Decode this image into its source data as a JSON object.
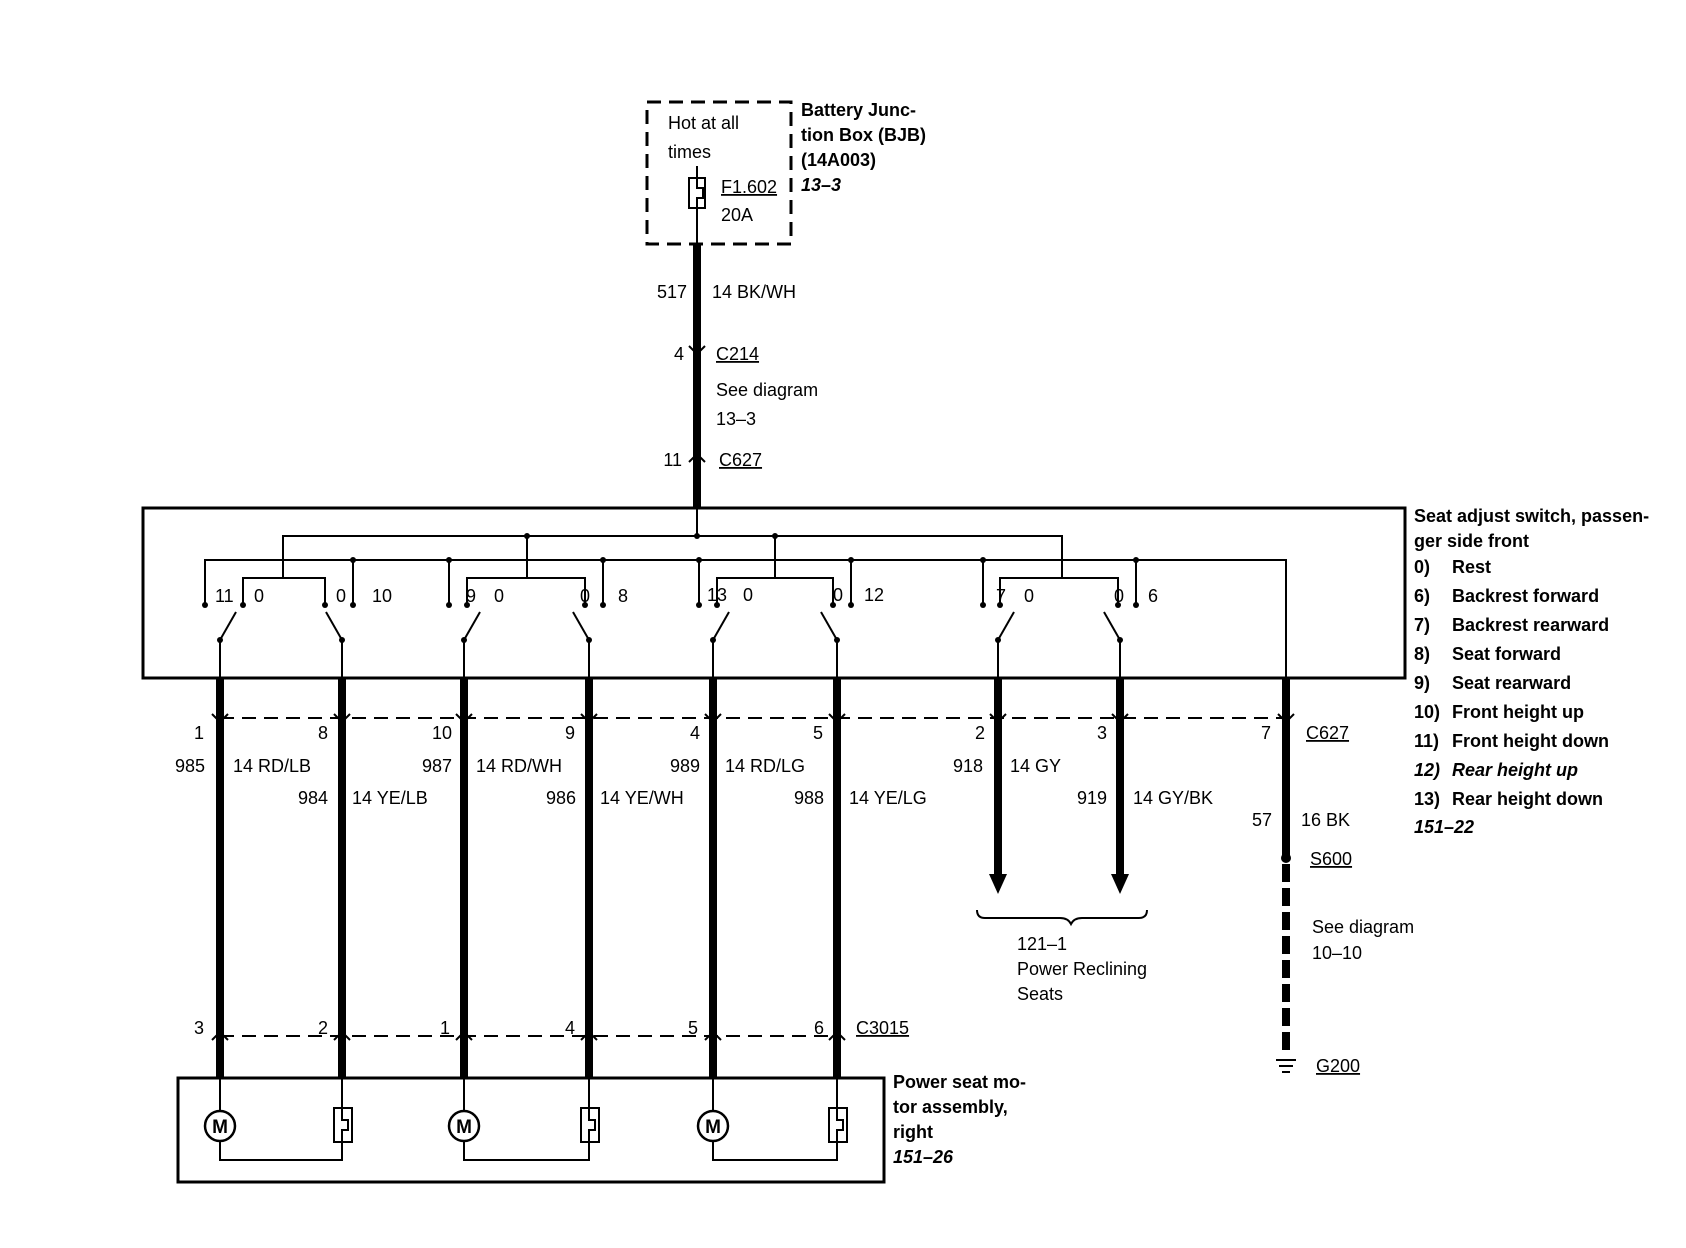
{
  "bjb": {
    "hot_line1": "Hot at all",
    "hot_line2": "times",
    "fuse_id": "F1.602",
    "fuse_rating": "20A",
    "title_line1": "Battery Junc-",
    "title_line2": "tion Box (BJB)",
    "title_line3": "(14A003)",
    "ref": "13–3"
  },
  "feed": {
    "circuit": "517",
    "wire": "14 BK/WH",
    "c214_pin": "4",
    "c214_name": "C214",
    "see_line1": "See diagram",
    "see_line2": "13–3",
    "c627_pin": "11",
    "c627_name": "C627"
  },
  "switch": {
    "title_line1": "Seat adjust switch, passen-",
    "title_line2": "ger side front",
    "legend": [
      {
        "num": "0)",
        "text": "Rest"
      },
      {
        "num": "6)",
        "text": "Backrest forward"
      },
      {
        "num": "7)",
        "text": "Backrest rearward"
      },
      {
        "num": "8)",
        "text": "Seat forward"
      },
      {
        "num": "9)",
        "text": "Seat rearward"
      },
      {
        "num": "10)",
        "text": "Front height up"
      },
      {
        "num": "11)",
        "text": "Front height down"
      },
      {
        "num": "12)",
        "text": "Rear height up"
      },
      {
        "num": "13)",
        "text": "Rear height down"
      }
    ],
    "ref": "151–22",
    "positions": {
      "g1_left": "11",
      "g1_c1": "0",
      "g1_c2": "0",
      "g1_right": "10",
      "g2_left": "9",
      "g2_c1": "0",
      "g2_c2": "0",
      "g2_right": "8",
      "g3_left": "13",
      "g3_c1": "0",
      "g3_c2": "0",
      "g3_right": "12",
      "g4_left": "7",
      "g4_c1": "0",
      "g4_c2": "0",
      "g4_right": "6"
    }
  },
  "wires": [
    {
      "pin_top": "1",
      "circuit": "985",
      "wire": "14 RD/LB",
      "pin_bottom": "3"
    },
    {
      "pin_top": "8",
      "circuit": "984",
      "wire": "14 YE/LB",
      "pin_bottom": "2"
    },
    {
      "pin_top": "10",
      "circuit": "987",
      "wire": "14 RD/WH",
      "pin_bottom": "1"
    },
    {
      "pin_top": "9",
      "circuit": "986",
      "wire": "14 YE/WH",
      "pin_bottom": "4"
    },
    {
      "pin_top": "4",
      "circuit": "989",
      "wire": "14 RD/LG",
      "pin_bottom": "5"
    },
    {
      "pin_top": "5",
      "circuit": "988",
      "wire": "14 YE/LG",
      "pin_bottom": "6"
    },
    {
      "pin_top": "2",
      "circuit": "918",
      "wire": "14 GY"
    },
    {
      "pin_top": "3",
      "circuit": "919",
      "wire": "14 GY/BK"
    }
  ],
  "ground": {
    "pin": "7",
    "connector": "C627",
    "circuit": "57",
    "wire": "16 BK",
    "splice": "S600",
    "see_line1": "See diagram",
    "see_line2": "10–10",
    "ground_name": "G200"
  },
  "recline": {
    "ref": "121–1",
    "line1": "Power Reclining",
    "line2": "Seats"
  },
  "motor_connector": "C3015",
  "motor_assembly": {
    "line1": "Power seat mo-",
    "line2": "tor assembly,",
    "line3": "right",
    "ref": "151–26",
    "motor_symbol": "M"
  }
}
